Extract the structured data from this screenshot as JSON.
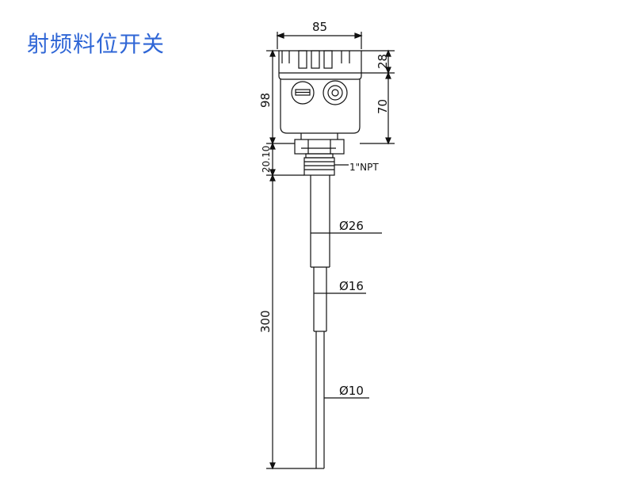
{
  "title": "射频料位开关",
  "dimensions": {
    "width_top": "85",
    "overall_head_height": "98",
    "cap_height": "28",
    "body_height": "70",
    "nut_height": "20.10",
    "thread": "1\"NPT",
    "probe_length": "300",
    "dia_upper": "Ø26",
    "dia_mid": "Ø16",
    "dia_tip": "Ø10"
  },
  "colors": {
    "title": "#2f66d6",
    "line": "#111111"
  },
  "icons": [
    "display-window-icon",
    "knob-icon"
  ]
}
